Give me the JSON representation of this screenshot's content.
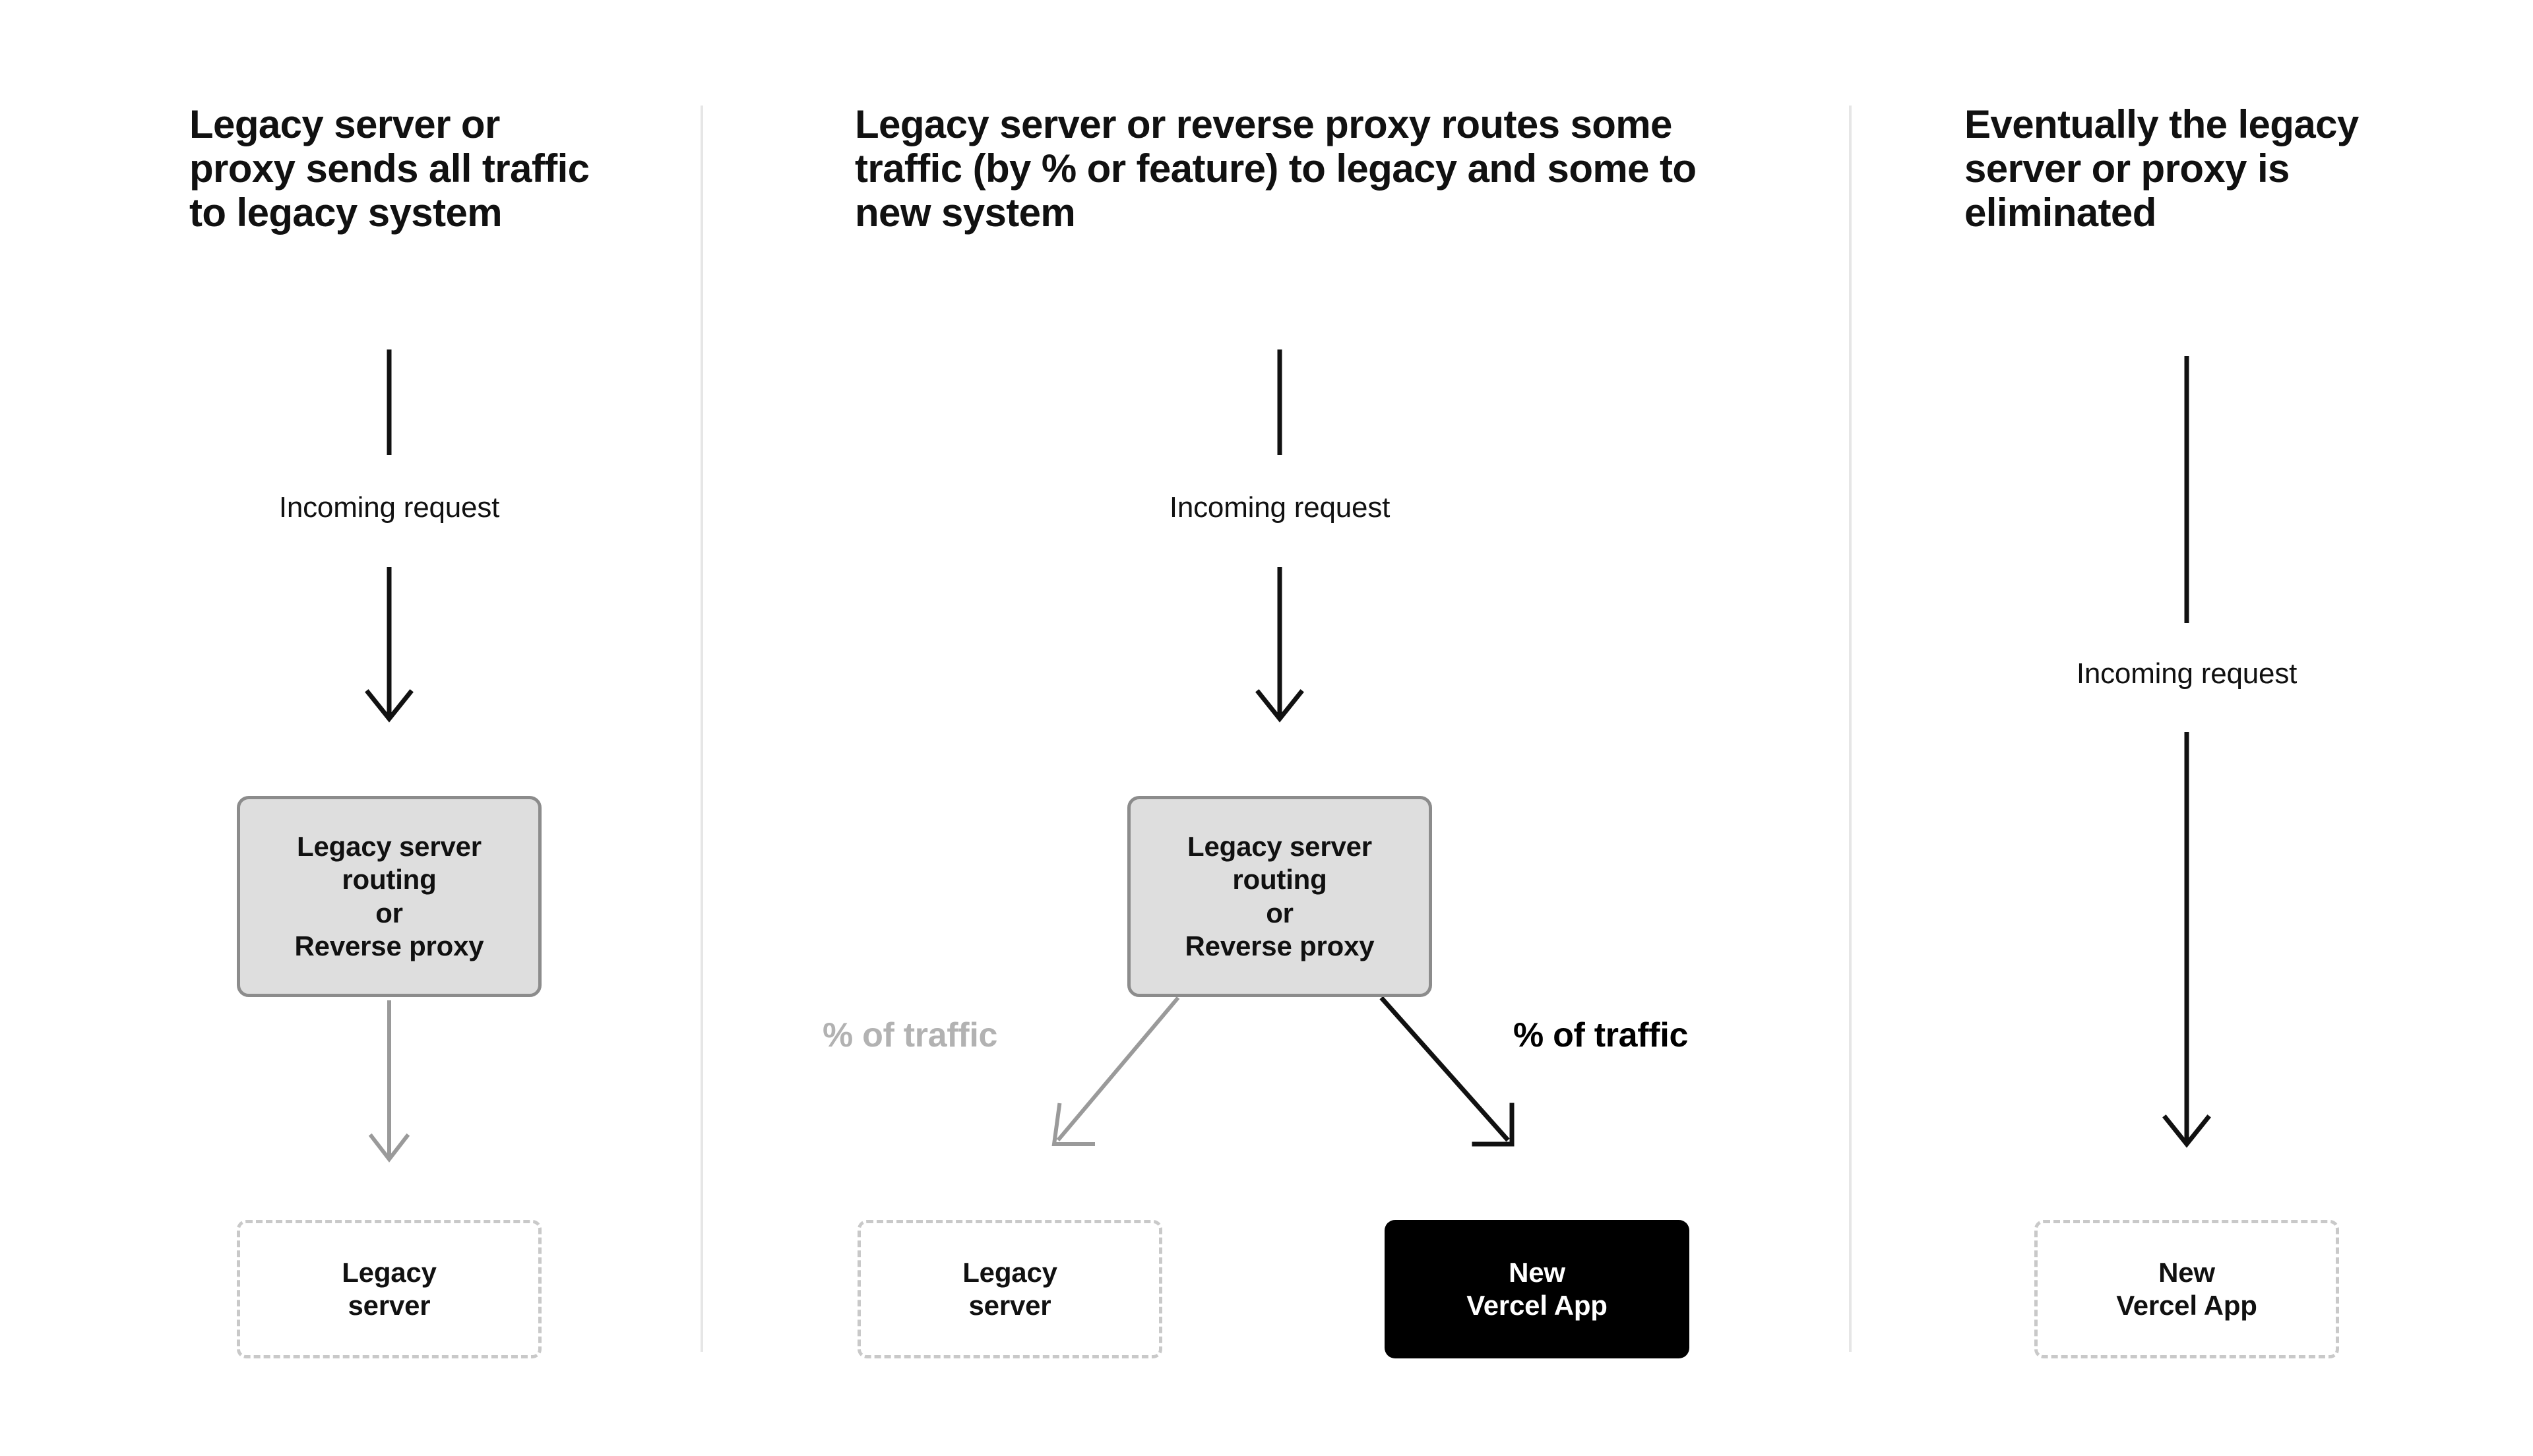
{
  "diagram": {
    "title_semantic": "incremental-migration-strata",
    "background_color": "#ffffff",
    "divider_color": "#e6e6e6",
    "colors": {
      "text_primary": "#111111",
      "muted_gray": "#b2b2b2",
      "arrow_black": "#111111",
      "arrow_gray": "#9a9a9a",
      "box_fill_gray": "#dedede",
      "box_border_gray": "#8c8c8c",
      "dashed_border": "#c9c9c9",
      "black_box_fill": "#000000",
      "black_box_text": "#ffffff"
    }
  },
  "columns": [
    {
      "id": "stage-1",
      "heading": "Legacy server or proxy sends all traffic to legacy system",
      "incoming_label": "Incoming request",
      "proxy_box": "Legacy server\nrouting\nor\nReverse proxy",
      "target_box": "Legacy\nserver"
    },
    {
      "id": "stage-2",
      "heading": "Legacy server or reverse proxy routes some traffic (by % or feature) to legacy and some to new system",
      "incoming_label": "Incoming request",
      "proxy_box": "Legacy server\nrouting\nor\nReverse proxy",
      "traffic_label_left": "% of traffic",
      "traffic_label_right": "% of traffic",
      "target_box_left": "Legacy\nserver",
      "target_box_right": "New\nVercel App"
    },
    {
      "id": "stage-3",
      "heading": "Eventually the legacy server or proxy is eliminated",
      "incoming_label": "Incoming request",
      "target_box": "New\nVercel App"
    }
  ]
}
